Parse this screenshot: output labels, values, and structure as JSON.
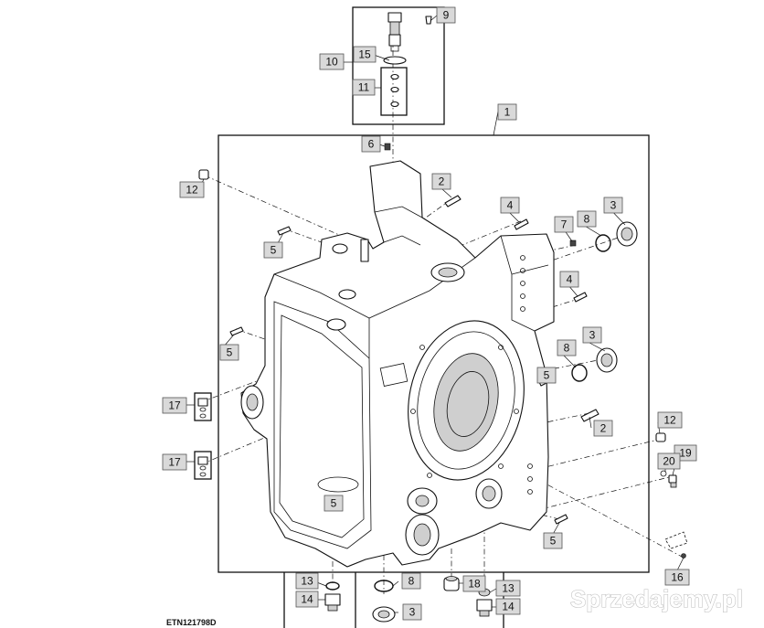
{
  "figure": {
    "reference_code": "ETN121798D",
    "watermark": "Sprzedajemy.pl"
  },
  "callouts": [
    {
      "id": "c1",
      "label": "1"
    },
    {
      "id": "c2a",
      "label": "2"
    },
    {
      "id": "c2b",
      "label": "2"
    },
    {
      "id": "c3a",
      "label": "3"
    },
    {
      "id": "c3b",
      "label": "3"
    },
    {
      "id": "c3c",
      "label": "3"
    },
    {
      "id": "c4a",
      "label": "4"
    },
    {
      "id": "c4b",
      "label": "4"
    },
    {
      "id": "c5a",
      "label": "5"
    },
    {
      "id": "c5b",
      "label": "5"
    },
    {
      "id": "c5c",
      "label": "5"
    },
    {
      "id": "c5d",
      "label": "5"
    },
    {
      "id": "c5e",
      "label": "5"
    },
    {
      "id": "c6",
      "label": "6"
    },
    {
      "id": "c7",
      "label": "7"
    },
    {
      "id": "c8a",
      "label": "8"
    },
    {
      "id": "c8b",
      "label": "8"
    },
    {
      "id": "c8c",
      "label": "8"
    },
    {
      "id": "c9",
      "label": "9"
    },
    {
      "id": "c10",
      "label": "10"
    },
    {
      "id": "c11",
      "label": "11"
    },
    {
      "id": "c12a",
      "label": "12"
    },
    {
      "id": "c12b",
      "label": "12"
    },
    {
      "id": "c13a",
      "label": "13"
    },
    {
      "id": "c13b",
      "label": "13"
    },
    {
      "id": "c14a",
      "label": "14"
    },
    {
      "id": "c14b",
      "label": "14"
    },
    {
      "id": "c15",
      "label": "15"
    },
    {
      "id": "c16",
      "label": "16"
    },
    {
      "id": "c17a",
      "label": "17"
    },
    {
      "id": "c17b",
      "label": "17"
    },
    {
      "id": "c18",
      "label": "18"
    },
    {
      "id": "c19",
      "label": "19"
    },
    {
      "id": "c20",
      "label": "20"
    }
  ]
}
